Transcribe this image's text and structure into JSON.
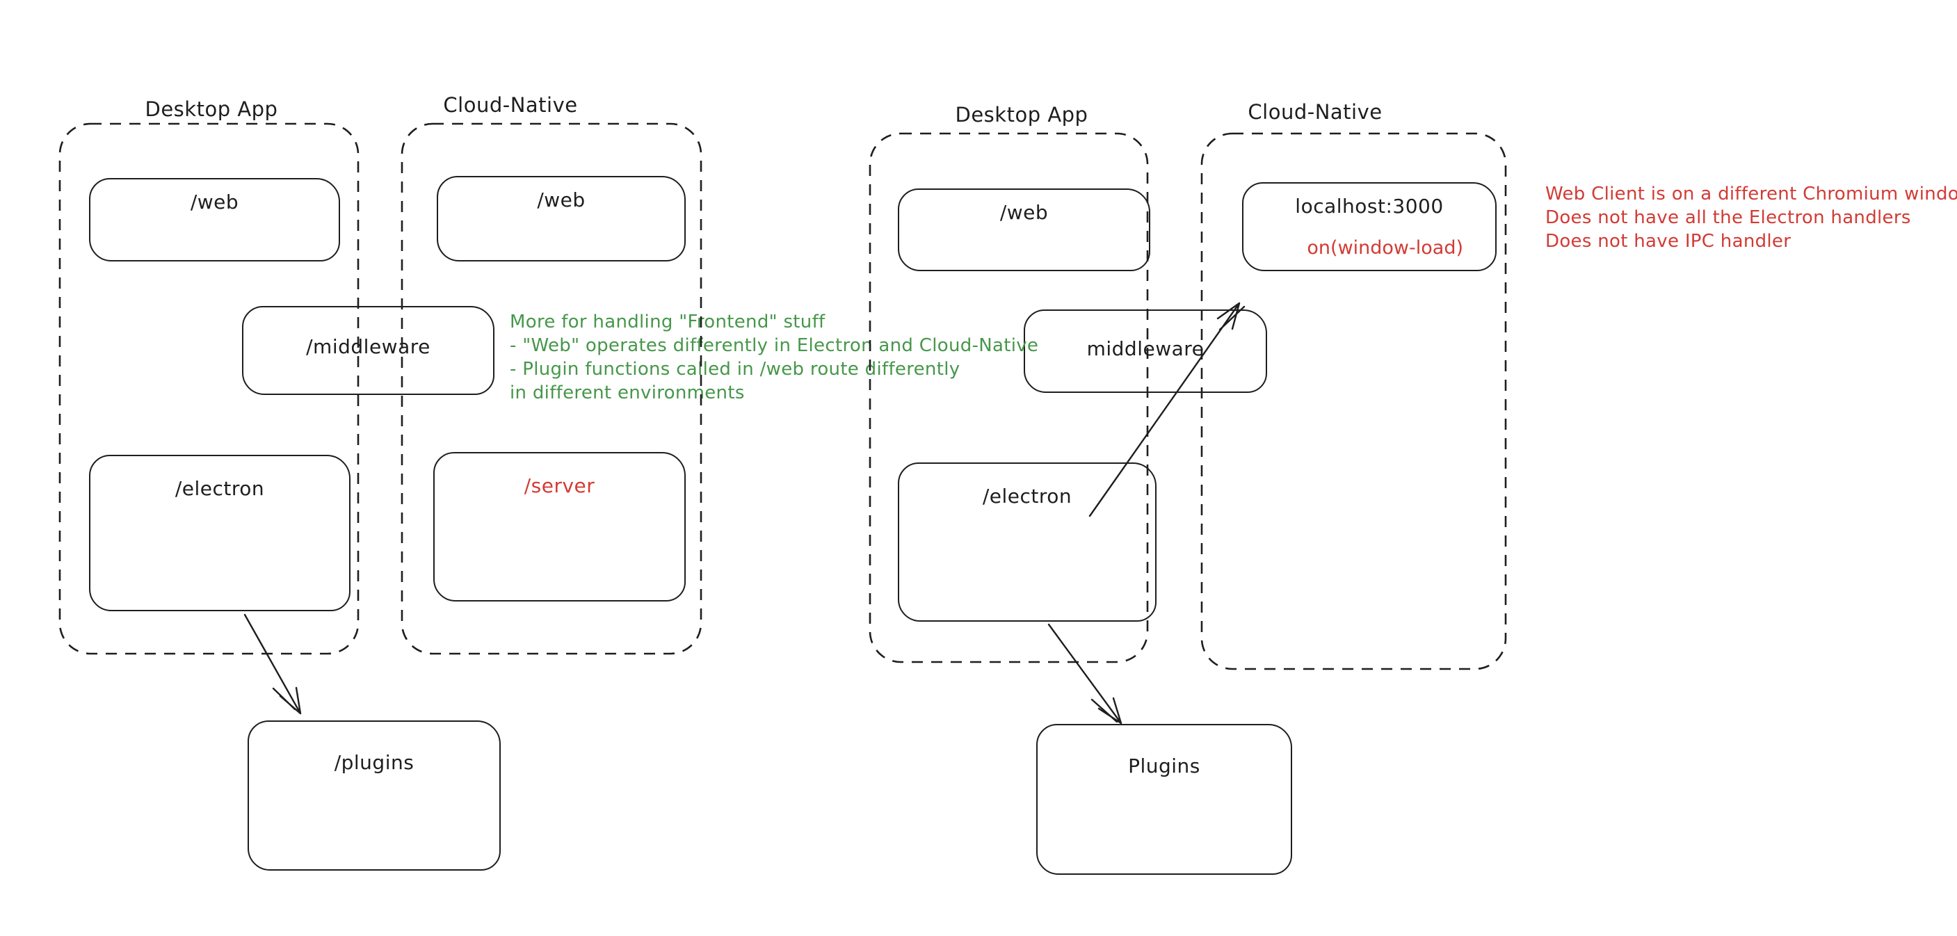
{
  "colors": {
    "stroke": "#1e1e1e",
    "red": "#d23b35",
    "green": "#46974a",
    "background": "#ffffff"
  },
  "left_diagram": {
    "desktop_group": {
      "label": "Desktop App",
      "web": "/web",
      "middleware": "/middleware",
      "electron": "/electron"
    },
    "cloud_group": {
      "label": "Cloud-Native",
      "web": "/web",
      "server": "/server"
    },
    "plugins": "/plugins",
    "note": {
      "line1": "More for handling \"Frontend\" stuff",
      "line2": "- \"Web\" operates differently in Electron and Cloud-Native",
      "line3": "- Plugin functions called in /web route differently",
      "line4": "in different environments"
    }
  },
  "right_diagram": {
    "desktop_group": {
      "label": "Desktop App",
      "web": "/web",
      "middleware": "middleware",
      "electron": "/electron"
    },
    "cloud_group": {
      "label": "Cloud-Native",
      "localhost": "localhost:3000",
      "window_load": "on(window-load)"
    },
    "plugins": "Plugins",
    "note": {
      "line1": "Web Client is on a different Chromium window",
      "line2": "Does not have all the Electron handlers",
      "line3": "Does not have IPC handler"
    }
  }
}
